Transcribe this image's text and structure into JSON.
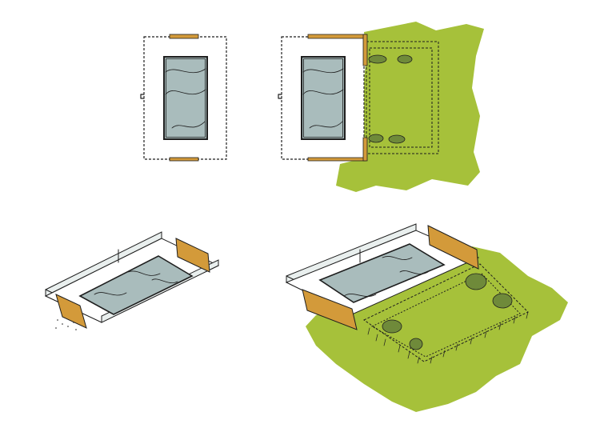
{
  "diagram": {
    "panels": [
      {
        "view": "plan",
        "variant": "pool-enclosure"
      },
      {
        "view": "plan",
        "variant": "pool-enclosure-with-garden"
      },
      {
        "view": "axonometric",
        "variant": "pool-enclosure"
      },
      {
        "view": "axonometric",
        "variant": "pool-enclosure-with-garden"
      }
    ]
  },
  "colors": {
    "background": "#ffffff",
    "water": "#a9bcbc",
    "water_light": "#c1cfcf",
    "timber_wall": "#d39a3a",
    "glass_wall": "#e9efee",
    "lawn": "#a6c13a",
    "shrub": "#6f8a3a",
    "ink": "#1e1e1e"
  }
}
